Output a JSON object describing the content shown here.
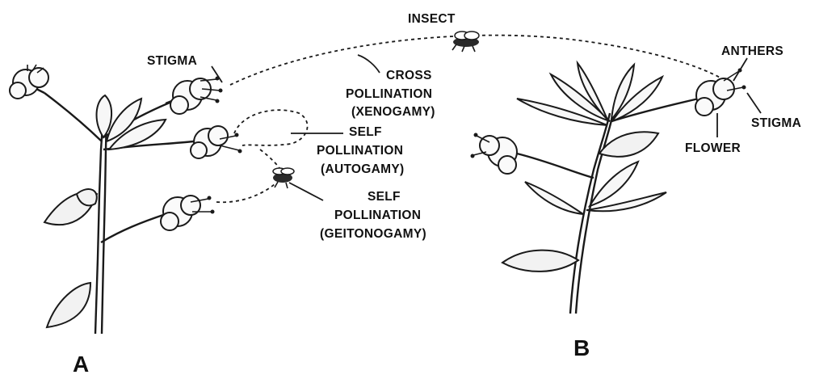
{
  "labels": {
    "insect": "INSECT",
    "stigma_a": "STIGMA",
    "cross_1": "CROSS",
    "cross_2": "POLLINATION",
    "cross_3": "(XENOGAMY)",
    "auto_1": "SELF",
    "auto_2": "POLLINATION",
    "auto_3": "(AUTOGAMY)",
    "geito_1": "SELF",
    "geito_2": "POLLINATION",
    "geito_3": "(GEITONOGAMY)",
    "anthers": "ANTHERS",
    "stigma_b": "STIGMA",
    "flower": "FLOWER",
    "plant_a": "A",
    "plant_b": "B"
  }
}
